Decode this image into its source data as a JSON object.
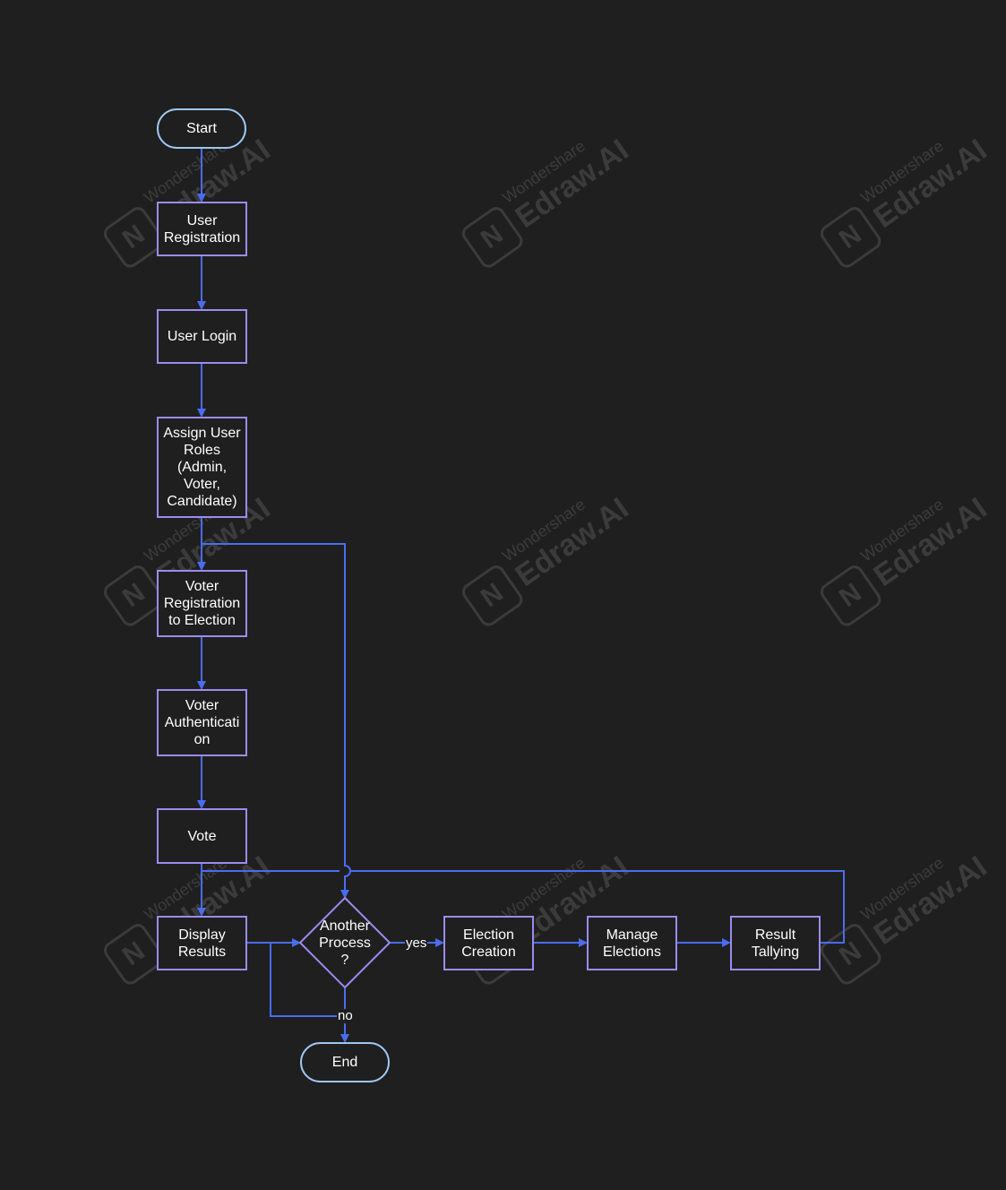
{
  "diagram": {
    "nodes": {
      "start": "Start",
      "user_registration": "User\nRegistration",
      "user_login": "User Login",
      "assign_roles": "Assign User\nRoles\n(Admin,\nVoter,\nCandidate)",
      "voter_registration": "Voter\nRegistration\nto Election",
      "voter_auth": "Voter\nAuthenticati\non",
      "vote": "Vote",
      "display_results": "Display\nResults",
      "another_process": "Another\nProcess\n?",
      "election_creation": "Election\nCreation",
      "manage_elections": "Manage\nElections",
      "result_tallying": "Result\nTallying",
      "end": "End"
    },
    "edge_labels": {
      "yes": "yes",
      "no": "no"
    }
  },
  "watermark": {
    "line1": "Wondershare",
    "line2": "Edraw.AI",
    "logo": "N"
  },
  "colors": {
    "background": "#1f1f1f",
    "process_border": "#9b8cf0",
    "terminal_border": "#9ec7f2",
    "connector": "#4a6cf0",
    "text": "#ffffff"
  }
}
